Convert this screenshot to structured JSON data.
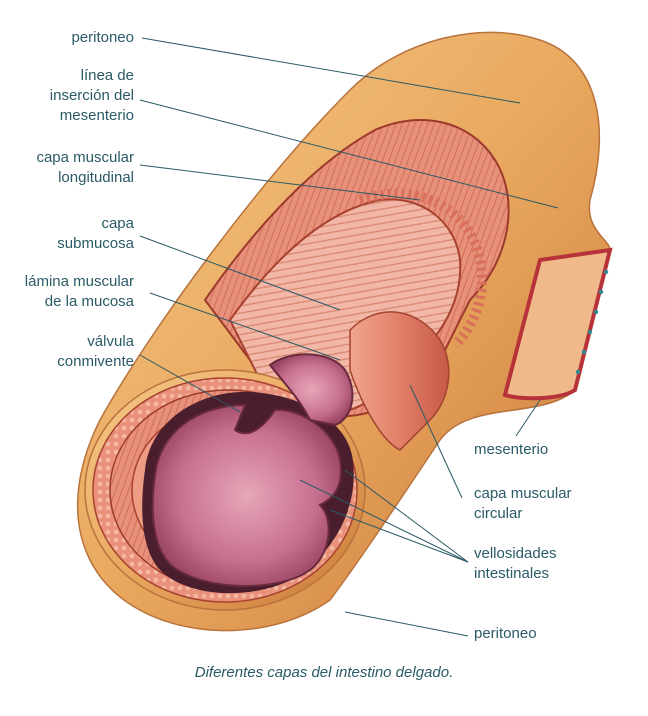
{
  "labels_left": [
    {
      "id": "peritoneo-top",
      "lines": [
        "peritoneo"
      ]
    },
    {
      "id": "linea-insercion",
      "lines": [
        "línea de",
        "inserción del",
        "mesenterio"
      ]
    },
    {
      "id": "capa-muscular-longitudinal",
      "lines": [
        "capa muscular",
        "longitudinal"
      ]
    },
    {
      "id": "capa-submucosa",
      "lines": [
        "capa",
        "submucosa"
      ]
    },
    {
      "id": "lamina-muscular",
      "lines": [
        "lámina muscular",
        "de la mucosa"
      ]
    },
    {
      "id": "valvula-conmivente",
      "lines": [
        "válvula",
        "conmivente"
      ]
    }
  ],
  "labels_right": [
    {
      "id": "mesenterio",
      "lines": [
        "mesenterio"
      ]
    },
    {
      "id": "capa-muscular-circular",
      "lines": [
        "capa muscular",
        "circular"
      ]
    },
    {
      "id": "vellosidades-intestinales",
      "lines": [
        "vellosidades",
        "intestinales"
      ]
    },
    {
      "id": "peritoneo-bottom",
      "lines": [
        "peritoneo"
      ]
    }
  ],
  "caption": "Diferentes capas del intestino delgado.",
  "colors": {
    "label_text": "#2a5a66",
    "leader_line": "#2a5a66",
    "peritoneum_outer": "#e9a85e",
    "muscle_layer": "#d4614c",
    "mucosa": "#c06a86",
    "mesentery_edge": "#b8323a"
  }
}
